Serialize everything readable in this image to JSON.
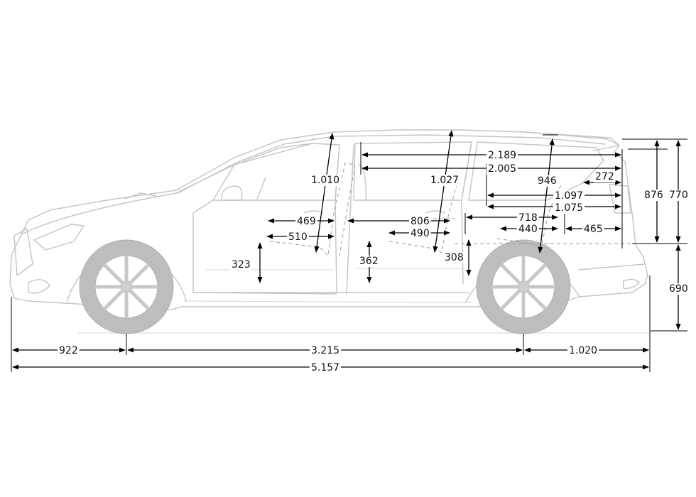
{
  "diagram": {
    "dimensions": {
      "headroom_front": "1.010",
      "headroom_second_row": "1.027",
      "cargo_length_max": "2.189",
      "cargo_length_second_row": "2.005",
      "cargo_height": "946",
      "tailgate_opening_depth": "272",
      "cargo_length_third_row": "1.097",
      "cargo_length_floor": "1.075",
      "height_above_load_floor": "876",
      "height_to_roof_rear": "770",
      "front_legroom_469": "469",
      "front_seat_510": "510",
      "second_row_legroom": "806",
      "second_row_seat": "490",
      "third_row_718": "718",
      "third_row_440": "440",
      "rear_overhang_465": "465",
      "front_seat_height": "323",
      "second_seat_height": "362",
      "third_seat_height": "308",
      "load_sill_height": "690",
      "front_overhang": "922",
      "wheelbase": "3.215",
      "rear_overhang": "1.020",
      "overall_length": "5.157"
    }
  }
}
